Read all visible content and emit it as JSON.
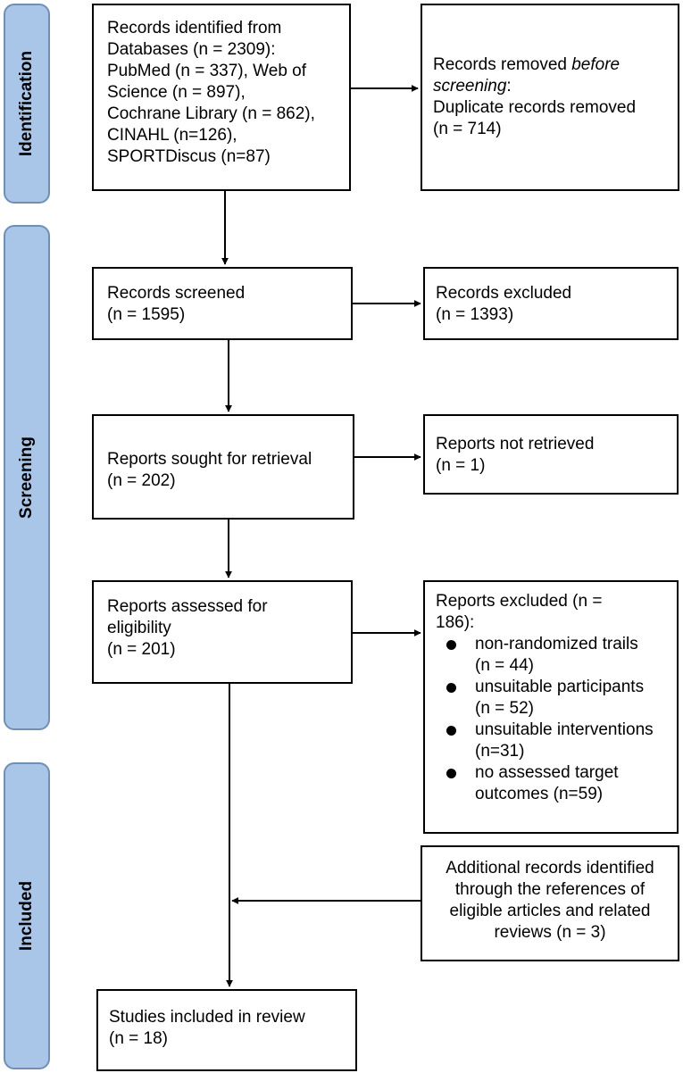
{
  "phases": {
    "identification": "Identification",
    "screening": "Screening",
    "included": "Included"
  },
  "boxes": {
    "records_identified": "Records identified from\nDatabases (n = 2309):\nPubMed (n = 337), Web of\nScience (n = 897),\nCochrane Library (n = 862),\nCINAHL (n=126),\nSPORTDiscus (n=87)",
    "records_removed": {
      "line1": "Records removed ",
      "line1_em": "before",
      "line2_em": "screening",
      "line2_tail": ":",
      "rest": "Duplicate records removed\n(n = 714)"
    },
    "records_screened": "Records screened\n(n = 1595)",
    "records_excluded": "Records excluded\n(n = 1393)",
    "reports_sought": "Reports sought for retrieval\n(n = 202)",
    "reports_not_retrieved": "Reports not retrieved\n(n = 1)",
    "reports_assessed": "Reports assessed for\neligibility\n(n = 201)",
    "reports_excluded": {
      "title": "Reports excluded (n =\n186):",
      "items": [
        "non-randomized trails\n(n = 44)",
        "unsuitable participants\n(n = 52)",
        "unsuitable interventions\n(n=31)",
        "no assessed target\noutcomes (n=59)"
      ]
    },
    "additional_records": "Additional records identified\nthrough the references of\neligible articles and related\nreviews (n = 3)",
    "studies_included": "Studies included in review\n(n = 18)"
  }
}
